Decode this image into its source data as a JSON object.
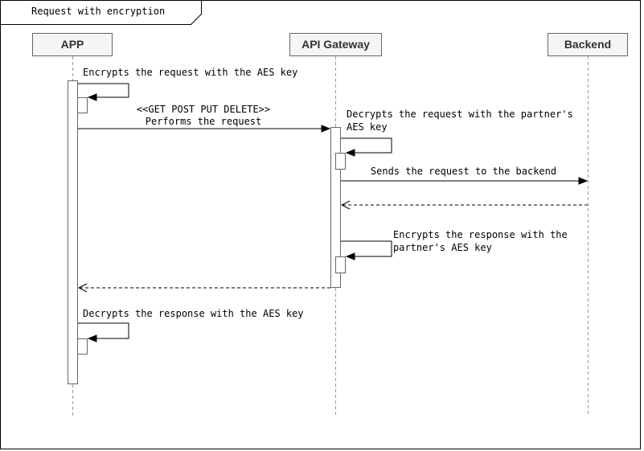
{
  "frame": {
    "title": "Request with encryption"
  },
  "participants": [
    {
      "label": "APP"
    },
    {
      "label": "API Gateway"
    },
    {
      "label": "Backend"
    }
  ],
  "messages": {
    "encrypt_request": "Encrypts the request with the AES key",
    "perform_request_stereotype": "<<GET POST PUT DELETE>>",
    "perform_request": "Performs the request",
    "decrypt_request_line1": "Decrypts the request with the partner's",
    "decrypt_request_line2": "AES key",
    "send_backend": "Sends the request to the backend",
    "encrypt_response_line1": "Encrypts the response with the",
    "encrypt_response_line2": "partner's AES key",
    "decrypt_response": "Decrypts the response with the AES key"
  },
  "colors": {
    "participant_fill": "#f5f5f5",
    "participant_border": "#666666",
    "participant_text": "#333333",
    "activation_border": "#666666",
    "lifeline": "#999999",
    "message_line": "#000000",
    "message_text": "#000000",
    "frame_border": "#000000"
  }
}
